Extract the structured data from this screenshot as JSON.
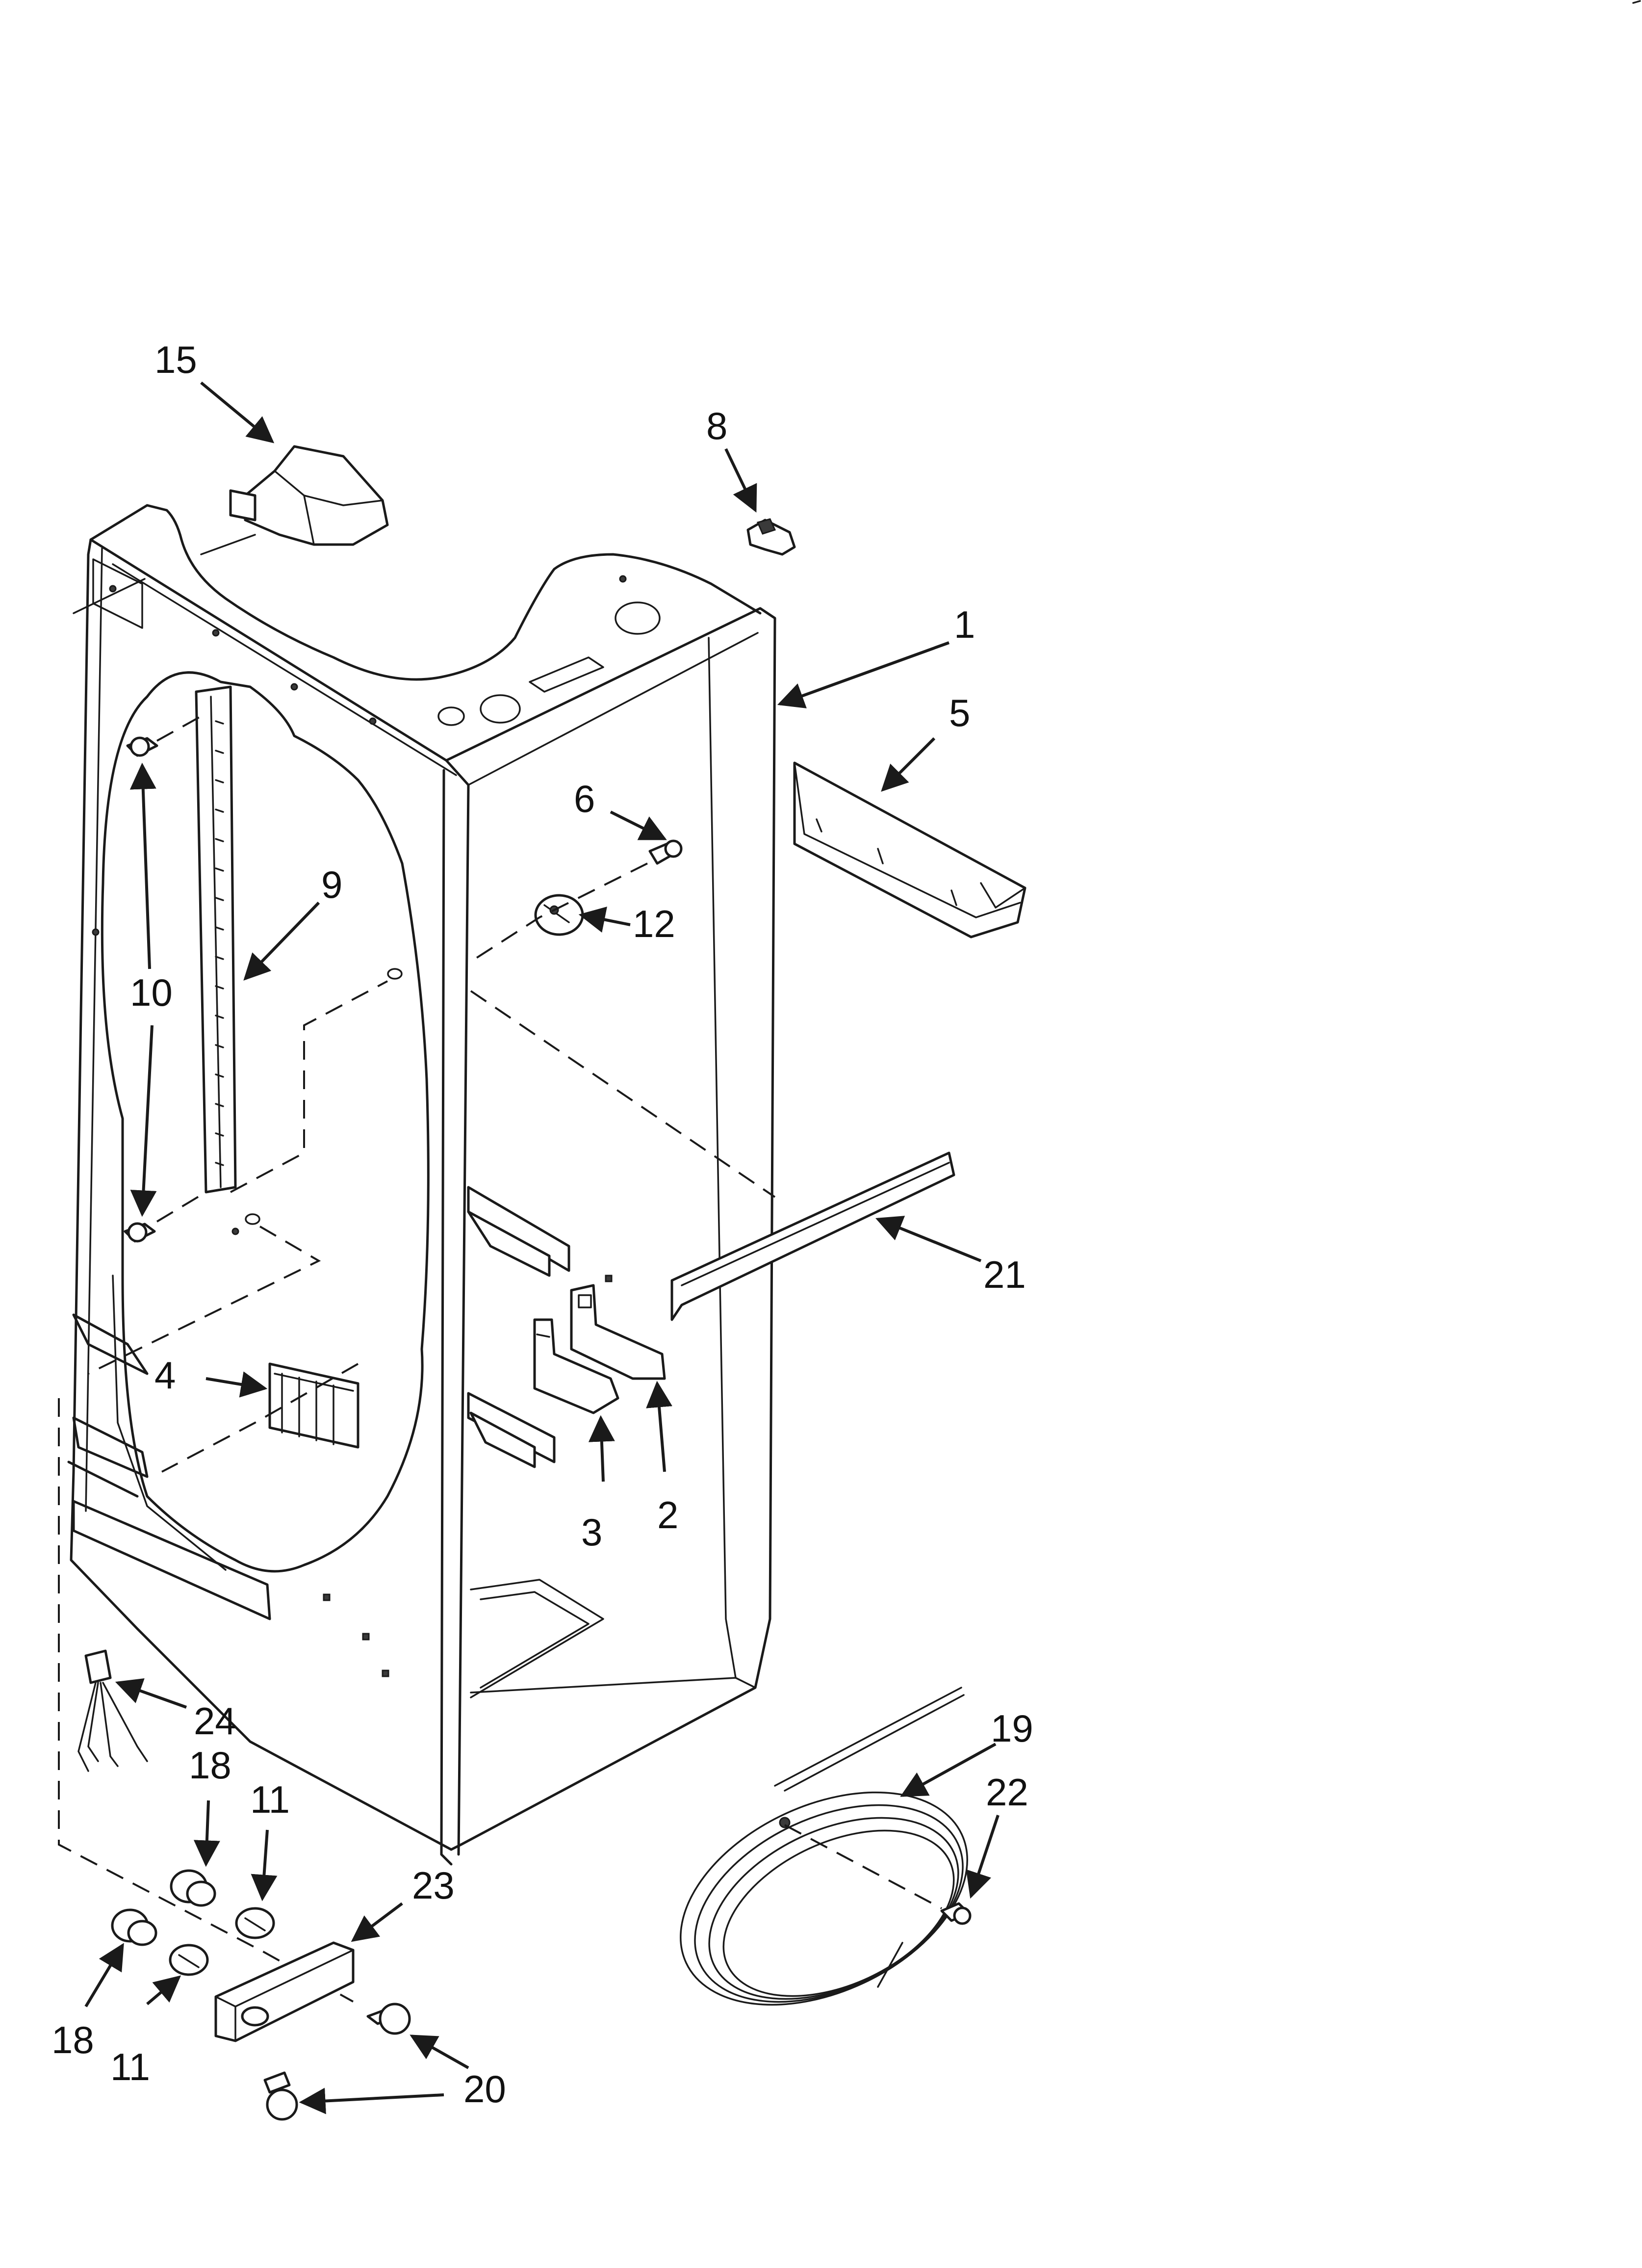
{
  "callouts": [
    {
      "id": "c15",
      "text": "15"
    },
    {
      "id": "c8",
      "text": "8"
    },
    {
      "id": "c1",
      "text": "1"
    },
    {
      "id": "c5",
      "text": "5"
    },
    {
      "id": "c6",
      "text": "6"
    },
    {
      "id": "c12",
      "text": "12"
    },
    {
      "id": "c9",
      "text": "9"
    },
    {
      "id": "c10",
      "text": "10"
    },
    {
      "id": "c21",
      "text": "21"
    },
    {
      "id": "c4",
      "text": "4"
    },
    {
      "id": "c3",
      "text": "3"
    },
    {
      "id": "c2",
      "text": "2"
    },
    {
      "id": "c19",
      "text": "19"
    },
    {
      "id": "c22",
      "text": "22"
    },
    {
      "id": "c24",
      "text": "24"
    },
    {
      "id": "c18a",
      "text": "18"
    },
    {
      "id": "c11a",
      "text": "11"
    },
    {
      "id": "c23",
      "text": "23"
    },
    {
      "id": "c18b",
      "text": "18"
    },
    {
      "id": "c11b",
      "text": "11"
    },
    {
      "id": "c20",
      "text": "20"
    }
  ],
  "colors": {
    "line": "#1a1a1a",
    "background": "#ffffff"
  }
}
